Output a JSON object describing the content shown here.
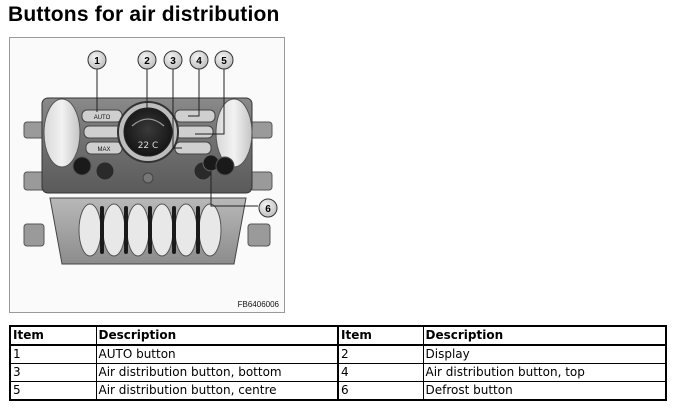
{
  "page": {
    "title": "Buttons for air distribution"
  },
  "figure": {
    "code": "FB6406006",
    "callouts": [
      "1",
      "2",
      "3",
      "4",
      "5",
      "6"
    ],
    "panel_labels": {
      "auto": "AUTO",
      "max": "MAX",
      "temperature": "22 C"
    }
  },
  "table": {
    "headers": [
      "Item",
      "Description",
      "Item",
      "Description"
    ],
    "rows": [
      [
        "1",
        "AUTO button",
        "2",
        "Display"
      ],
      [
        "3",
        "Air distribution button, bottom",
        "4",
        "Air distribution button, top"
      ],
      [
        "5",
        "Air distribution button, centre",
        "6",
        "Defrost button"
      ]
    ]
  }
}
